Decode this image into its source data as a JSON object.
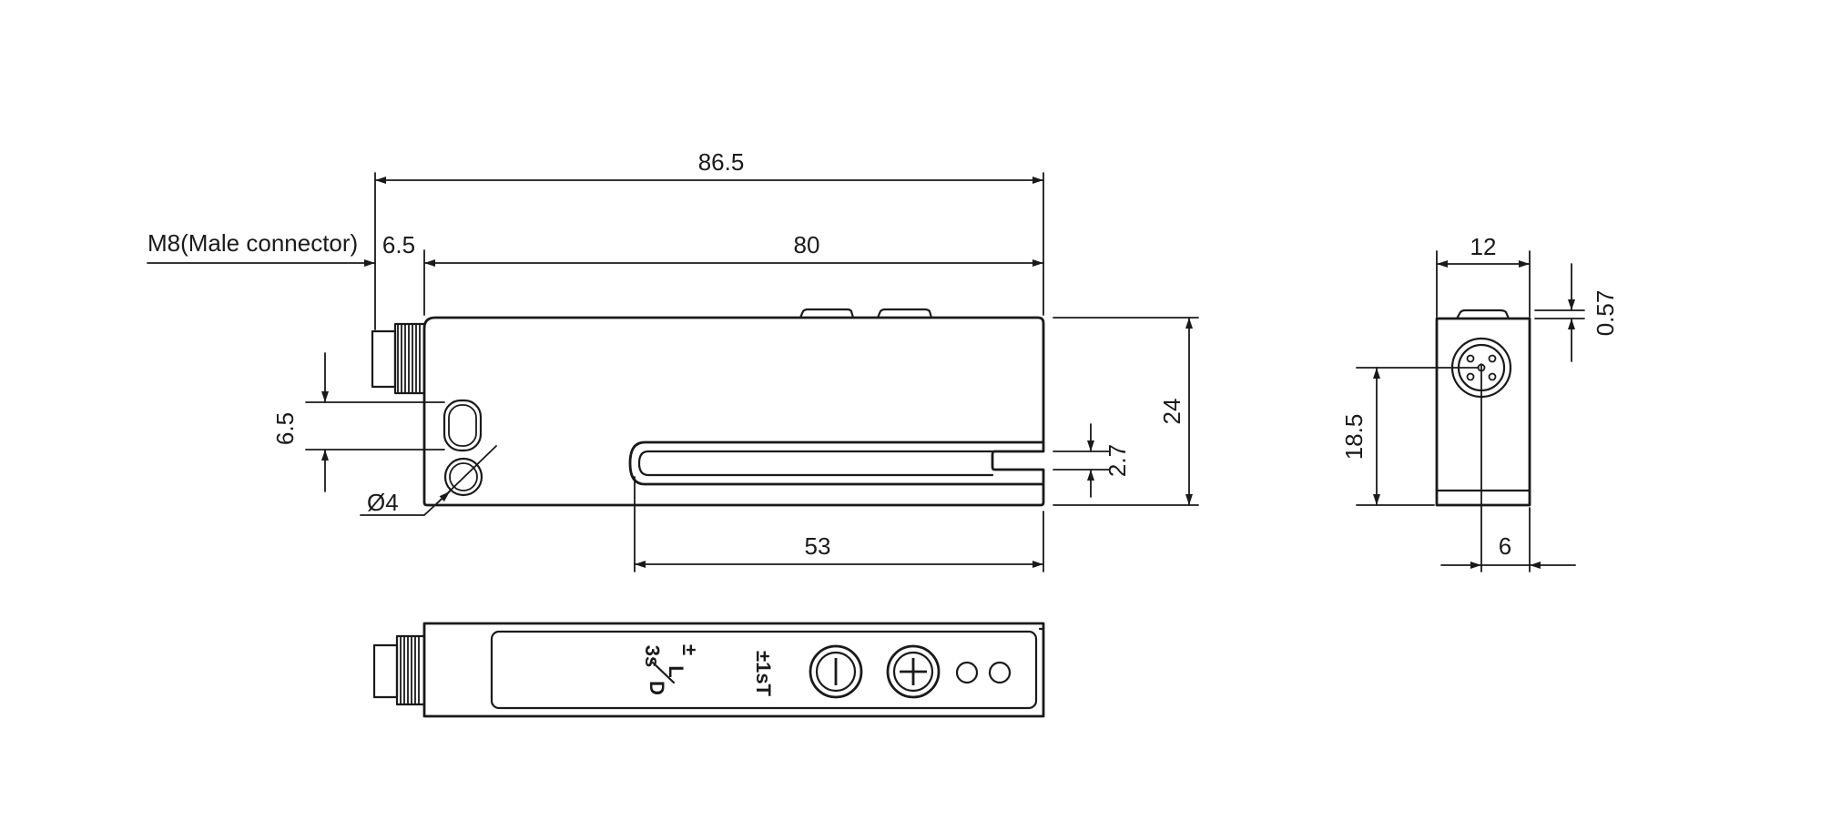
{
  "connector_label": "M8(Male connector)",
  "dimensions": {
    "overall_length": "86.5",
    "connector_offset": "6.5",
    "body_length": "80",
    "body_height": "24",
    "hole_spacing": "6.5",
    "hole_diameter": "Ø4",
    "slot_width": "2.7",
    "slot_depth": "53",
    "side_width": "12",
    "side_lip": "0.57",
    "side_connector_height": "18.5",
    "side_connector_offset": "6"
  },
  "panel_markings": {
    "mode_sign": "±",
    "mode_light": "L",
    "mode_dark": "D",
    "mode_time": "3s",
    "teach_label": "±1sT",
    "minus_button": "⊖",
    "plus_button": "⊕"
  }
}
